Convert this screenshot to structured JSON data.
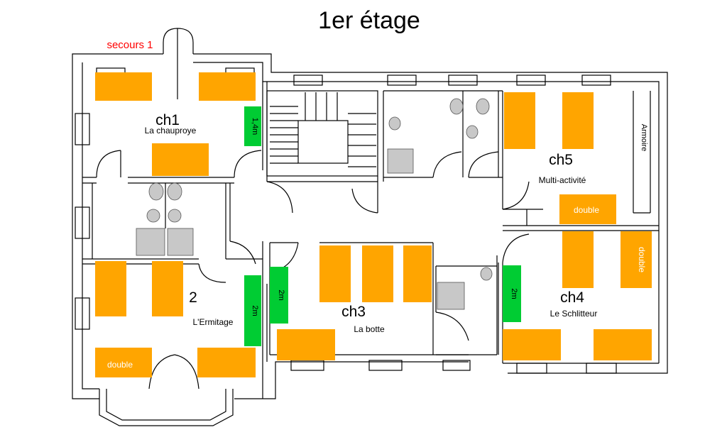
{
  "title": "1er étage",
  "exit_label": "secours 1",
  "rooms": {
    "ch1": {
      "code": "ch1",
      "name": "La chauproye"
    },
    "ch2": {
      "code": "2",
      "name": "L'Ermitage"
    },
    "ch3": {
      "code": "ch3",
      "name": "La botte"
    },
    "ch4": {
      "code": "ch4",
      "name": "Le Schlitteur"
    },
    "ch5": {
      "code": "ch5",
      "name": "Multi-activité"
    }
  },
  "labels": {
    "armoire": "Armoire",
    "double": "double",
    "mat_14": "1,4m",
    "mat_2": "2m"
  },
  "colors": {
    "bed": "#ffa500",
    "mattress": "#00cc33",
    "exit": "#ff0000",
    "wall": "#000000"
  }
}
